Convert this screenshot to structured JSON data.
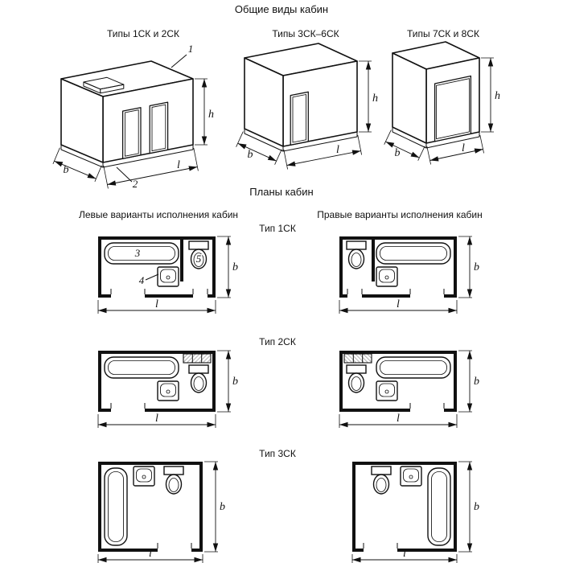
{
  "titles": {
    "general_views": "Общие виды кабин",
    "plans": "Планы кабин"
  },
  "headers": {
    "left_variants": "Левые варианты исполнения кабин",
    "right_variants": "Правые варианты исполнения кабин"
  },
  "views": {
    "v1": {
      "label": "Типы 1СК и 2СК"
    },
    "v2": {
      "label": "Типы 3СК–6СК"
    },
    "v3": {
      "label": "Типы 7СК и 8СК"
    }
  },
  "plan_types": {
    "t1": {
      "label": "Тип 1СК"
    },
    "t2": {
      "label": "Тип 2СК"
    },
    "t3": {
      "label": "Тип 3СК"
    }
  },
  "dims": {
    "b": "b",
    "l": "l",
    "h": "h"
  },
  "callouts": {
    "cabin": "1",
    "pallet": "2",
    "bath": "3",
    "washbasin": "4",
    "toilet": "5"
  }
}
